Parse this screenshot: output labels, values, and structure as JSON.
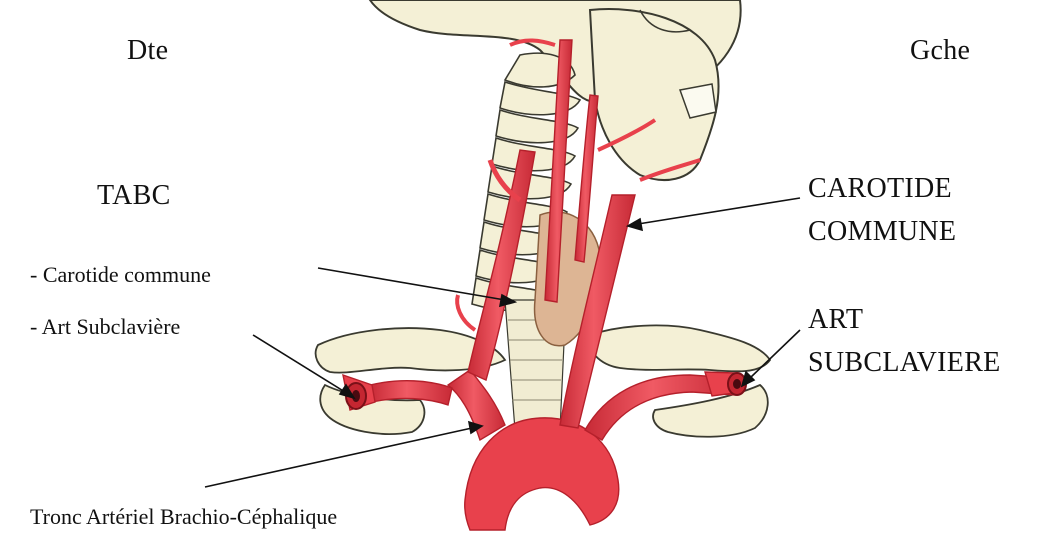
{
  "labels": {
    "right_side": "Dte",
    "left_side": "Gche",
    "tabc": "TABC",
    "tabc_item_1": "- Carotide commune",
    "tabc_item_2": "- Art Subclavière",
    "carotide_line_1": "CAROTIDE",
    "carotide_line_2": "COMMUNE",
    "subclaviere_line_1": "ART",
    "subclaviere_line_2": "SUBCLAVIERE",
    "tronc": "Tronc Artériel Brachio-Céphalique"
  },
  "colors": {
    "artery": "#e8414c",
    "artery_dark": "#b5202b",
    "bone": "#f4f0d6",
    "bone_outline": "#3a3a30",
    "thyroid": "#ddb594",
    "text": "#111111"
  }
}
